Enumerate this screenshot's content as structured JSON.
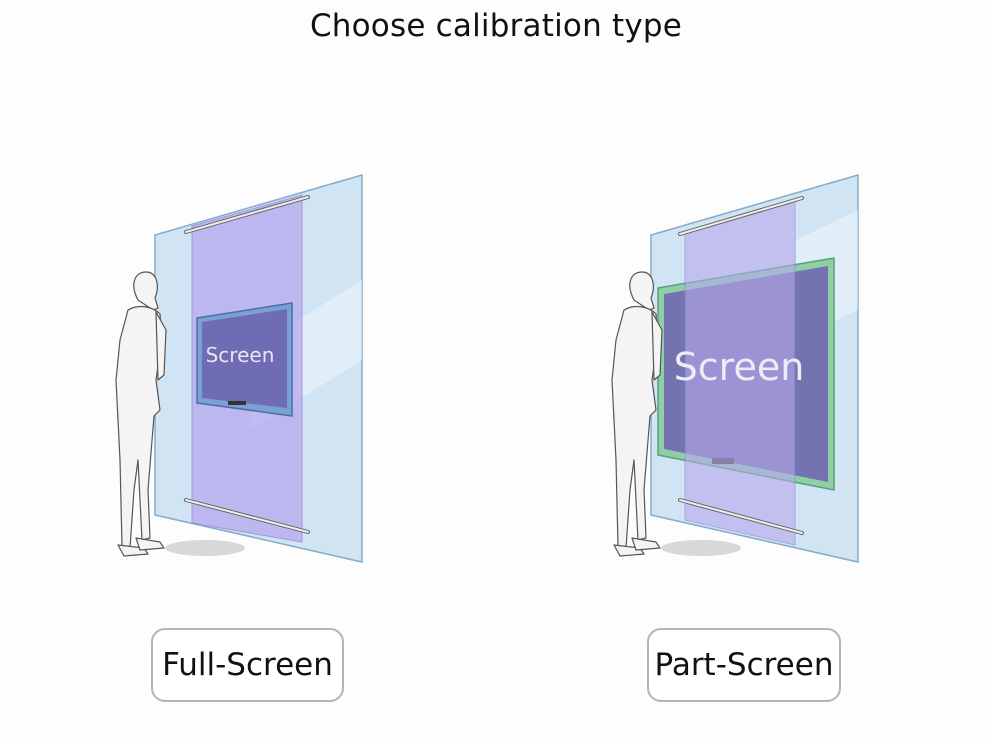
{
  "title": "Choose calibration type",
  "options": [
    {
      "id": "full",
      "label": "Full-Screen",
      "screen_label": "Screen"
    },
    {
      "id": "part",
      "label": "Part-Screen",
      "screen_label": "Screen"
    }
  ],
  "colors": {
    "glass": "#cfe3f3",
    "glass_edge": "#7fa9c9",
    "calibration_band": "#b7a9ee",
    "display_panel": "#6f66b0",
    "part_frame": "#8fcfa6",
    "person": "#f4f4f4"
  }
}
